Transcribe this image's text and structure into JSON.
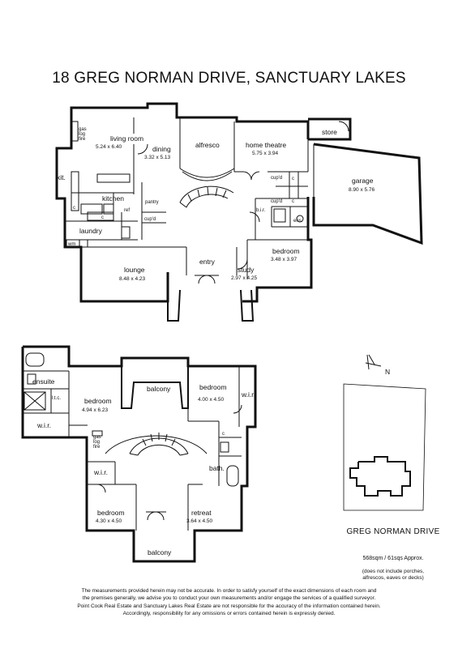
{
  "title": "18 GREG NORMAN DRIVE, SANCTUARY LAKES",
  "ground_floor": {
    "living_room": {
      "name": "living room",
      "dims": "5.24 x 6.40"
    },
    "dining": {
      "name": "dining",
      "dims": "3.32 x 5.13"
    },
    "alfresco": {
      "name": "alfresco"
    },
    "home_theatre": {
      "name": "home theatre",
      "dims": "5.75 x 3.94"
    },
    "store": {
      "name": "store"
    },
    "garage": {
      "name": "garage",
      "dims": "8.90 x 5.76"
    },
    "kit": {
      "name": "kit."
    },
    "kitchen": {
      "name": "kitchen"
    },
    "pantry": {
      "name": "pantry"
    },
    "laundry": {
      "name": "laundry"
    },
    "lounge": {
      "name": "lounge",
      "dims": "8.48 x 4.23"
    },
    "entry": {
      "name": "entry"
    },
    "study": {
      "name": "study",
      "dims": "2.97 x 4.25"
    },
    "bedroom": {
      "name": "bedroom",
      "dims": "3.48 x 3.97"
    },
    "ens": {
      "name": "ens."
    },
    "bir": {
      "name": "b.i.r."
    },
    "gas_log_fire": [
      "gas",
      "log",
      "fire"
    ],
    "cupd": "cup'd",
    "ref": "ref",
    "wm": "wm",
    "c": "c"
  },
  "upper_floor": {
    "ensuite": {
      "name": "ensuite"
    },
    "wir_left": {
      "name": "w.i.r."
    },
    "linen": "l.t.c.",
    "bedroom_main": {
      "name": "bedroom",
      "dims": "4.94 x 6.23"
    },
    "balcony_top": {
      "name": "balcony"
    },
    "bedroom_right": {
      "name": "bedroom",
      "dims": "4.00 x 4.50"
    },
    "wir_right": {
      "name": "w.i.r."
    },
    "wir_lower": {
      "name": "w.i.r."
    },
    "bath": {
      "name": "bath."
    },
    "bedroom_lower": {
      "name": "bedroom",
      "dims": "4.30 x 4.50"
    },
    "retreat": {
      "name": "retreat",
      "dims": "3.64 x 4.50"
    },
    "balcony_bottom": {
      "name": "balcony"
    },
    "gas_log_fire": [
      "gas",
      "log",
      "fire"
    ],
    "c": "c"
  },
  "site": {
    "north": "N",
    "street": "GREG NORMAN DRIVE",
    "area": "568sqm / 61sqs  Approx.",
    "exclusions": [
      "(does not include porches,",
      "alfrescos, eaves or decks)"
    ]
  },
  "disclaimer": [
    "The measurements provided herein may not be accurate.  In order to satisfy yourself of the exact dimensions of each room and",
    "the premises generally, we advise you to conduct your own measurements and/or engage the services of a qualified surveyor.",
    "Point Cook Real Estate and Sanctuary Lakes Real Estate are not responsible for the accuracy of the information contained herein.",
    "Accordingly, responsibility for any omissions or errors contained herein is expressly denied."
  ]
}
